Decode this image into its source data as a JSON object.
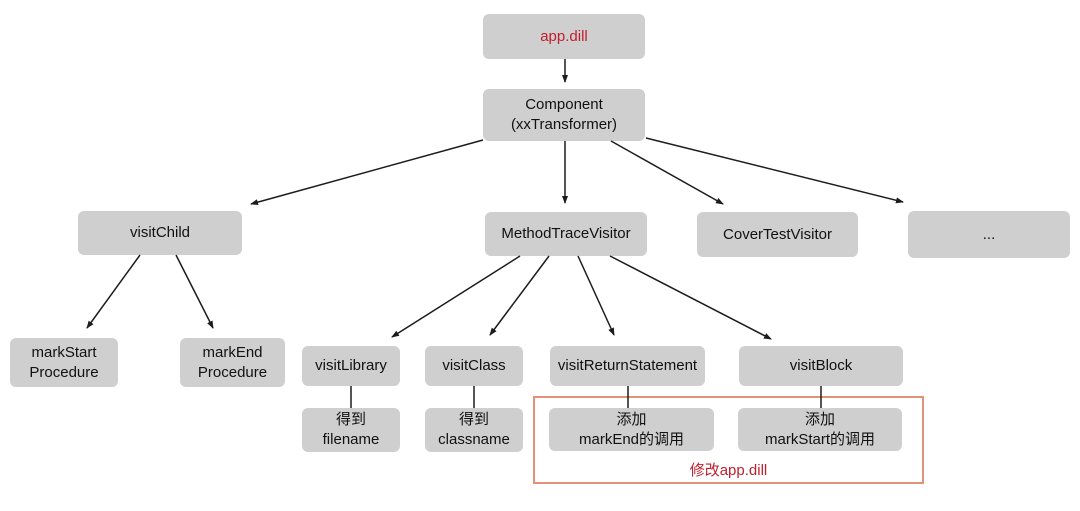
{
  "diagram": {
    "title": "app.dill transformer visitor tree",
    "colors": {
      "node_bg": "#cfcfcf",
      "node_text": "#111111",
      "arrow": "#1c1c1c",
      "accent_red": "#bf1e2d",
      "annotation_border": "#df9378"
    },
    "nodes": {
      "app_dill": {
        "label": "app.dill"
      },
      "component": {
        "label": "Component\n(xxTransformer)"
      },
      "visit_child": {
        "label": "visitChild"
      },
      "method_trace_visitor": {
        "label": "MethodTraceVisitor"
      },
      "cover_test_visitor": {
        "label": "CoverTestVisitor"
      },
      "ellipsis": {
        "label": "..."
      },
      "mark_start_procedure": {
        "label": "markStart\nProcedure"
      },
      "mark_end_procedure": {
        "label": "markEnd\nProcedure"
      },
      "visit_library": {
        "label": "visitLibrary"
      },
      "visit_class": {
        "label": "visitClass"
      },
      "visit_return_statement": {
        "label": "visitReturnStatement"
      },
      "visit_block": {
        "label": "visitBlock"
      },
      "get_filename": {
        "label": "得到\nfilename"
      },
      "get_classname": {
        "label": "得到\nclassname"
      },
      "add_mark_end_call": {
        "label": "添加\nmarkEnd的调用"
      },
      "add_mark_start_call": {
        "label": "添加\nmarkStart的调用"
      }
    },
    "annotation": {
      "label": "修改app.dill"
    }
  }
}
